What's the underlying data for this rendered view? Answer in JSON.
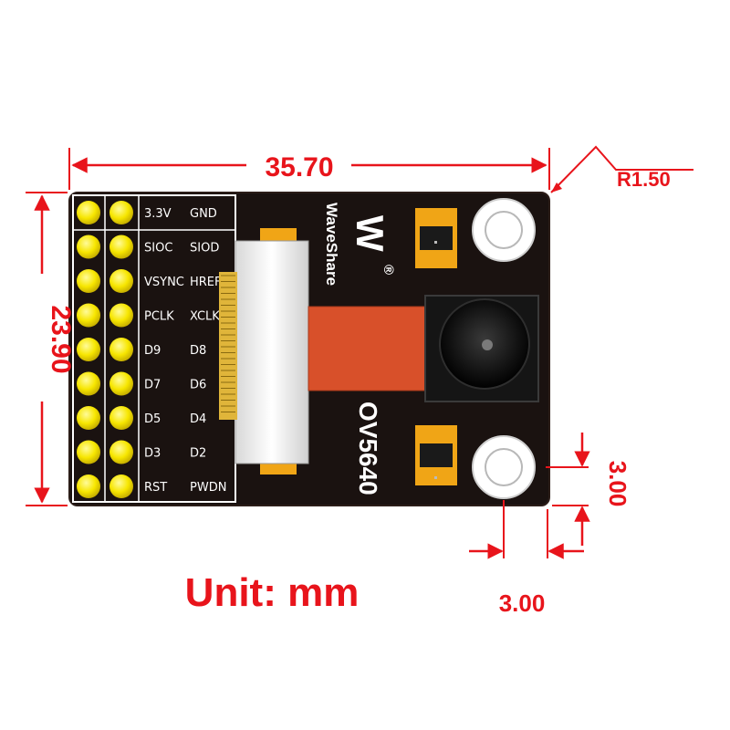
{
  "dimensions": {
    "width": "35.70",
    "height": "23.90",
    "corner_radius": "R1.50",
    "hole_offset_x": "3.00",
    "hole_offset_y": "3.00"
  },
  "unit_caption": "Unit: mm",
  "board": {
    "brand": "WaveShare",
    "logo_mark": "W",
    "registered": "®",
    "model": "OV5640",
    "colors": {
      "pcb": "#1a1210",
      "pin": "#f7e600",
      "flex_cable": "#d8502a",
      "dimension": "#e8141b"
    }
  },
  "header": {
    "pins": [
      [
        "3.3V",
        "GND"
      ],
      [
        "SIOC",
        "SIOD"
      ],
      [
        "VSYNC",
        "HREF"
      ],
      [
        "PCLK",
        "XCLK"
      ],
      [
        "D9",
        "D8"
      ],
      [
        "D7",
        "D6"
      ],
      [
        "D5",
        "D4"
      ],
      [
        "D3",
        "D2"
      ],
      [
        "RST",
        "PWDN"
      ]
    ]
  }
}
